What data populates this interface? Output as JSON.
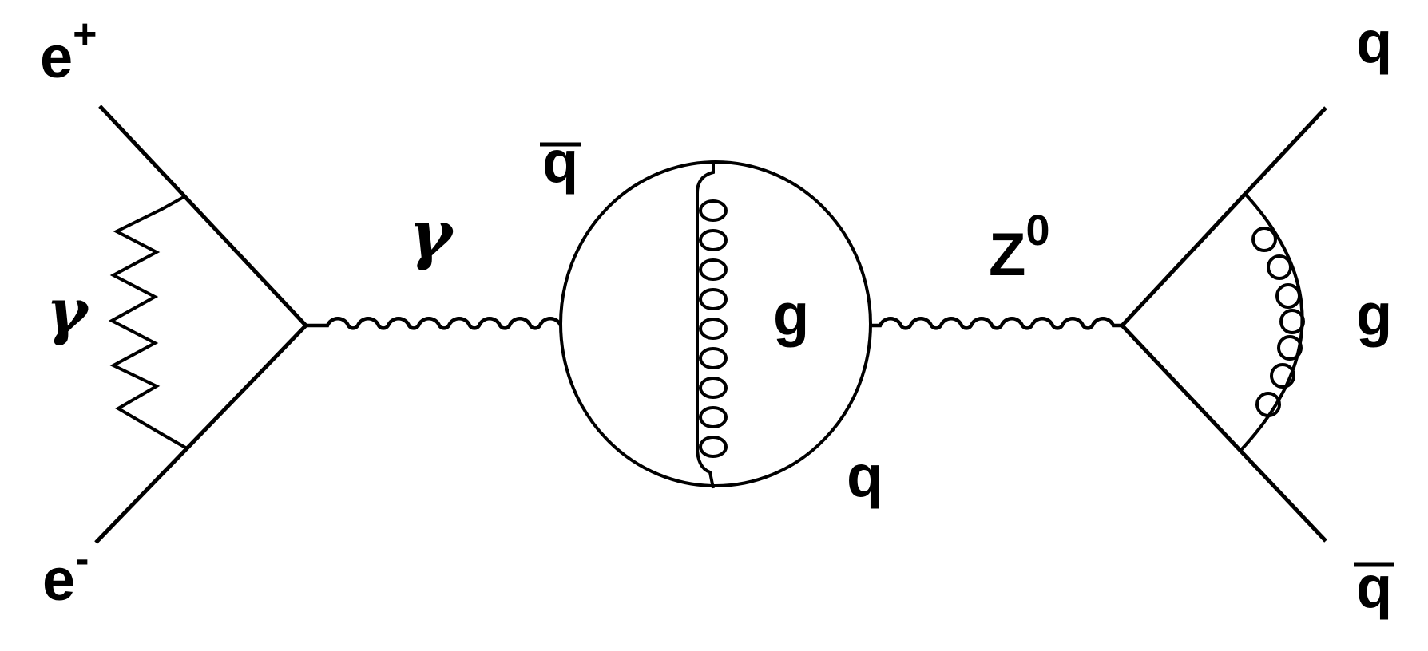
{
  "diagram": {
    "type": "feynman",
    "colors": {
      "background": "#ffffff",
      "ink": "#000000"
    },
    "labels": {
      "positron": {
        "base": "e",
        "sup": "+"
      },
      "electron": {
        "base": "e",
        "sup": "-"
      },
      "photon_left": "γ",
      "photon_propagator": "γ",
      "z_boson": {
        "base": "Z",
        "sup": "0"
      },
      "antiquark_loop": "q",
      "gluon_loop": "g",
      "quark_loop": "q",
      "quark_out": "q",
      "gluon_out": "g",
      "antiquark_out": "q"
    },
    "overline_labels": [
      "antiquark_loop",
      "antiquark_out"
    ]
  }
}
